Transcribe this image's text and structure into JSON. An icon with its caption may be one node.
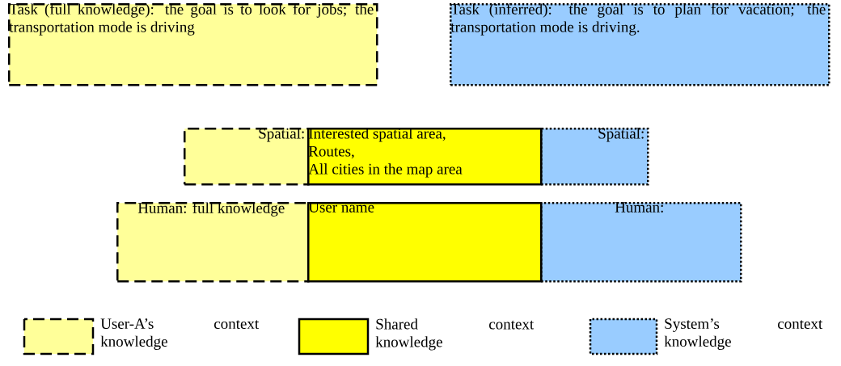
{
  "diagram": {
    "nodes": [
      {
        "text": [
          "Task (full knowledge): the goal is to look for jobs; the transportation mode is driving"
        ]
      },
      {
        "text": [
          "Task (inferred): the goal is to plan for vacation; the transportation mode is driving."
        ]
      },
      {
        "text": [
          "Spatial:"
        ]
      },
      {
        "text": [
          "Interested spatial area,",
          "Routes,",
          "All cities in the map area"
        ]
      },
      {
        "text": [
          "Spatial:"
        ]
      },
      {
        "text": [
          "Human: full knowledge"
        ]
      },
      {
        "text": [
          "User name"
        ]
      },
      {
        "text": [
          "Human:"
        ]
      }
    ],
    "legend": [
      {
        "text": "User-A’s context knowledge",
        "color": "#ffff99"
      },
      {
        "text": "Shared context knowledge",
        "color": "#ffff00"
      },
      {
        "text": "System’s context knowledge",
        "color": "#99ccff"
      }
    ]
  }
}
